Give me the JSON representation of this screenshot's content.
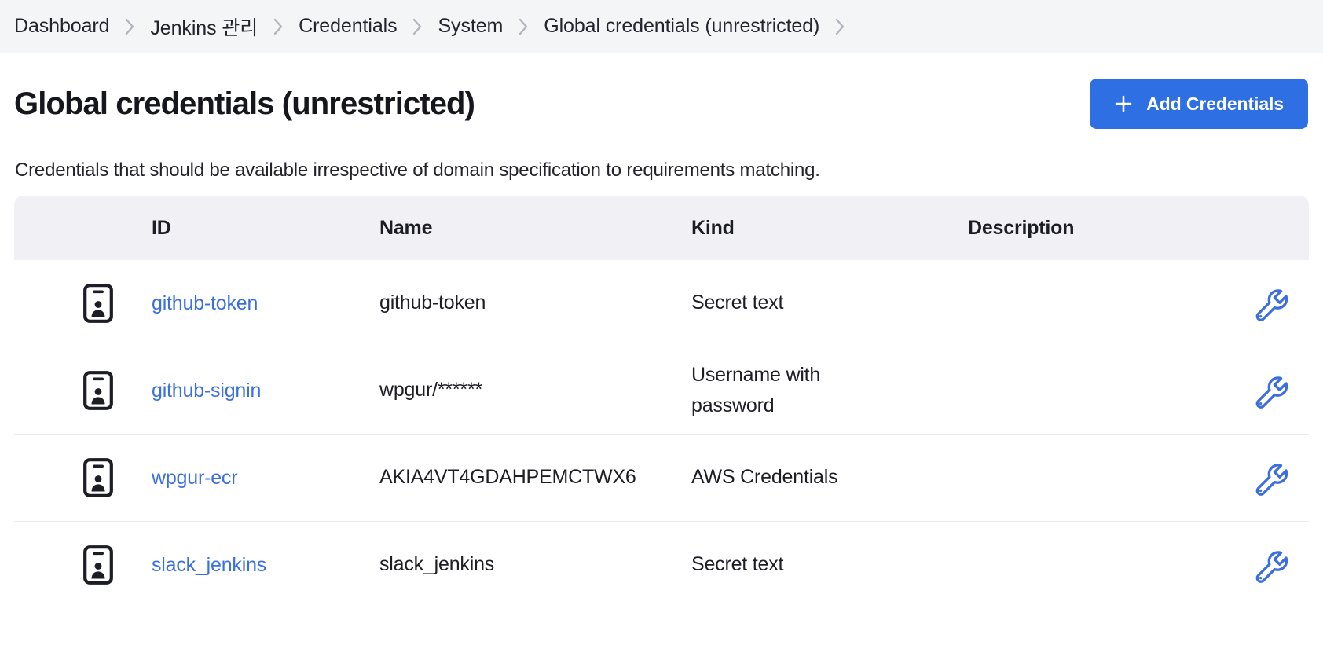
{
  "breadcrumb": {
    "items": [
      {
        "label": "Dashboard"
      },
      {
        "label": "Jenkins 관리"
      },
      {
        "label": "Credentials"
      },
      {
        "label": "System"
      },
      {
        "label": "Global credentials (unrestricted)"
      }
    ]
  },
  "header": {
    "title": "Global credentials (unrestricted)",
    "add_button_label": "Add Credentials",
    "add_button_icon": "plus-icon",
    "description": "Credentials that should be available irrespective of domain specification to requirements matching."
  },
  "table": {
    "columns": [
      "ID",
      "Name",
      "Kind",
      "Description"
    ],
    "row_icon": "credential-badge-icon",
    "action_icon": "wrench-icon",
    "rows": [
      {
        "id": "github-token",
        "name": "github-token",
        "kind": "Secret text",
        "description": ""
      },
      {
        "id": "github-signin",
        "name": "wpgur/******",
        "kind": "Username with password",
        "description": ""
      },
      {
        "id": "wpgur-ecr",
        "name": "AKIA4VT4GDAHPEMCTWX6",
        "kind": "AWS Credentials",
        "description": ""
      },
      {
        "id": "slack_jenkins",
        "name": "slack_jenkins",
        "kind": "Secret text",
        "description": ""
      }
    ]
  },
  "colors": {
    "accent": "#2f6fe4",
    "link": "#3b6fdf",
    "breadcrumb_bg": "#f4f5f7",
    "header_bg": "#f1f1f5",
    "text": "#1d1d25"
  }
}
